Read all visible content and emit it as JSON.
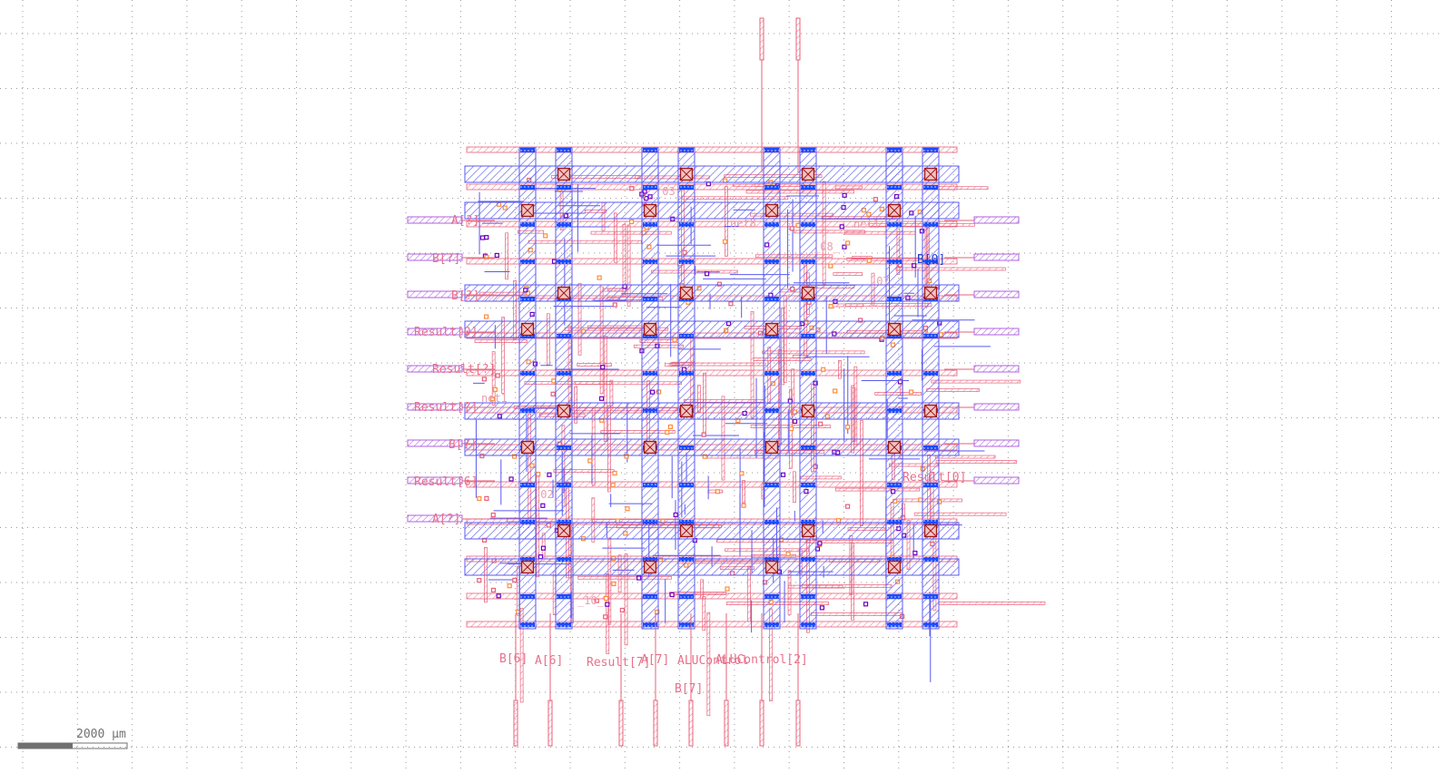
{
  "viewer": {
    "scale_bar_label": "2000 µm",
    "grid": true
  },
  "colors": {
    "grid_dot": "#9a9a9a",
    "metal1": "#e8607a",
    "metal1_fill": "#f6b4c2",
    "metal2": "#5a5af0",
    "metal2_fill": "#8f8ff5",
    "via": "#0050ff",
    "macro_pad": "#a01818",
    "pin": "#b060e0",
    "small_pin": "#7000c0",
    "net_orange": "#ff8c3a"
  },
  "pins": {
    "left": [
      "A[?]",
      "B[?]",
      "B[?]",
      "Result[0]",
      "Result[?]",
      "Result[?]",
      "B[?]",
      "Result[6]",
      "A[?]"
    ],
    "right_b0": "B[0]",
    "right_result": "Result[0]",
    "bottom": [
      "B[6]",
      "A[6]",
      "Result[7]",
      "A[7]",
      "ALUControl",
      "ALUControl[2]",
      "B[7]"
    ]
  },
  "net_labels": [
    "net1",
    "net8",
    "_03_",
    "_02_",
    "_07_",
    "_08_",
    "_10_",
    "net1"
  ]
}
